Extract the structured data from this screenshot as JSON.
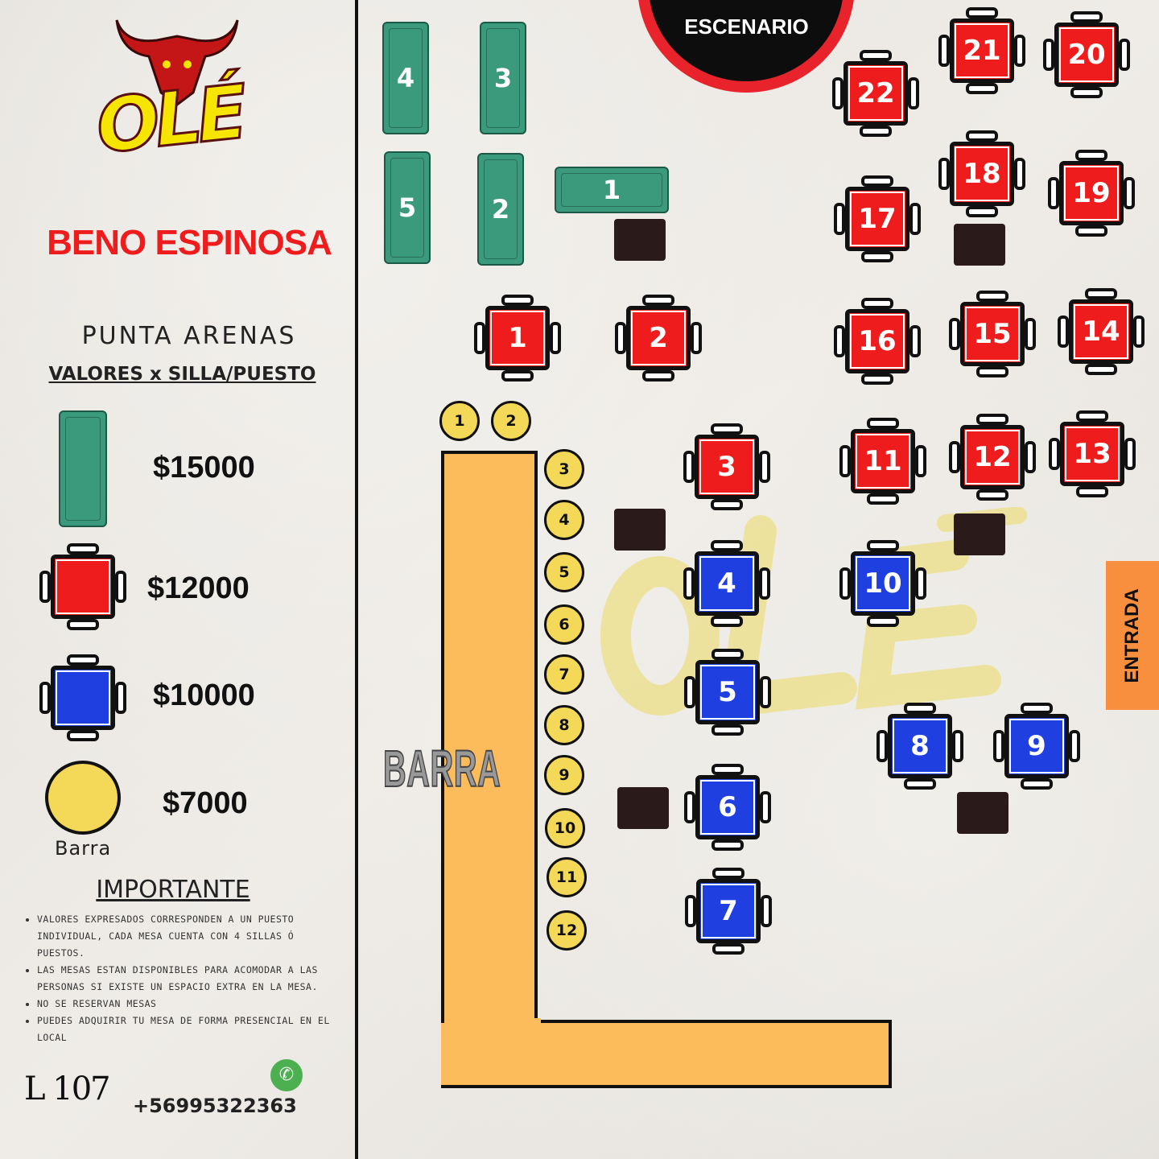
{
  "legend": {
    "brand_logo_text": "OLÉ",
    "artist": "BENO ESPINOSA",
    "city": "PUNTA ARENAS",
    "values_title": "VALORES x SILLA/PUESTO",
    "items": [
      {
        "type": "sofa",
        "price": "$15000"
      },
      {
        "type": "red-table",
        "price": "$12000"
      },
      {
        "type": "blue-table",
        "price": "$10000"
      },
      {
        "type": "bar-seat",
        "price": "$7000",
        "label": "Barra"
      }
    ],
    "important_title": "IMPORTANTE",
    "notes": [
      "VALORES EXPRESADOS CORRESPONDEN A UN PUESTO INDIVIDUAL, CADA MESA CUENTA CON 4 SILLAS Ó PUESTOS.",
      "LAS MESAS ESTAN DISPONIBLES PARA ACOMODAR A LAS PERSONAS SI EXISTE UN ESPACIO EXTRA EN LA MESA.",
      "NO SE RESERVAN MESAS",
      "PUEDES ADQUIRIR TU MESA DE FORMA PRESENCIAL EN EL LOCAL"
    ],
    "footer_logo_text": "L 107",
    "phone": "+56995322363"
  },
  "map": {
    "stage": "ESCENARIO",
    "entrance": "ENTRADA",
    "bar": "BARRA",
    "watermark": "OLÉ",
    "colors": {
      "red": "#ee1c1c",
      "blue": "#1f3fe0",
      "sofa": "#3b9a7c",
      "bar": "#fdbc5b",
      "seat": "#f4d858"
    },
    "sofas": [
      "4",
      "3",
      "5",
      "2",
      "1"
    ],
    "red_tables": [
      "1",
      "2",
      "3",
      "11",
      "12",
      "13",
      "14",
      "15",
      "16",
      "17",
      "18",
      "19",
      "20",
      "21",
      "22"
    ],
    "blue_tables": [
      "4",
      "5",
      "6",
      "7",
      "10",
      "8",
      "9"
    ],
    "bar_seats": [
      "1",
      "2",
      "3",
      "4",
      "5",
      "6",
      "7",
      "8",
      "9",
      "10",
      "11",
      "12"
    ]
  }
}
